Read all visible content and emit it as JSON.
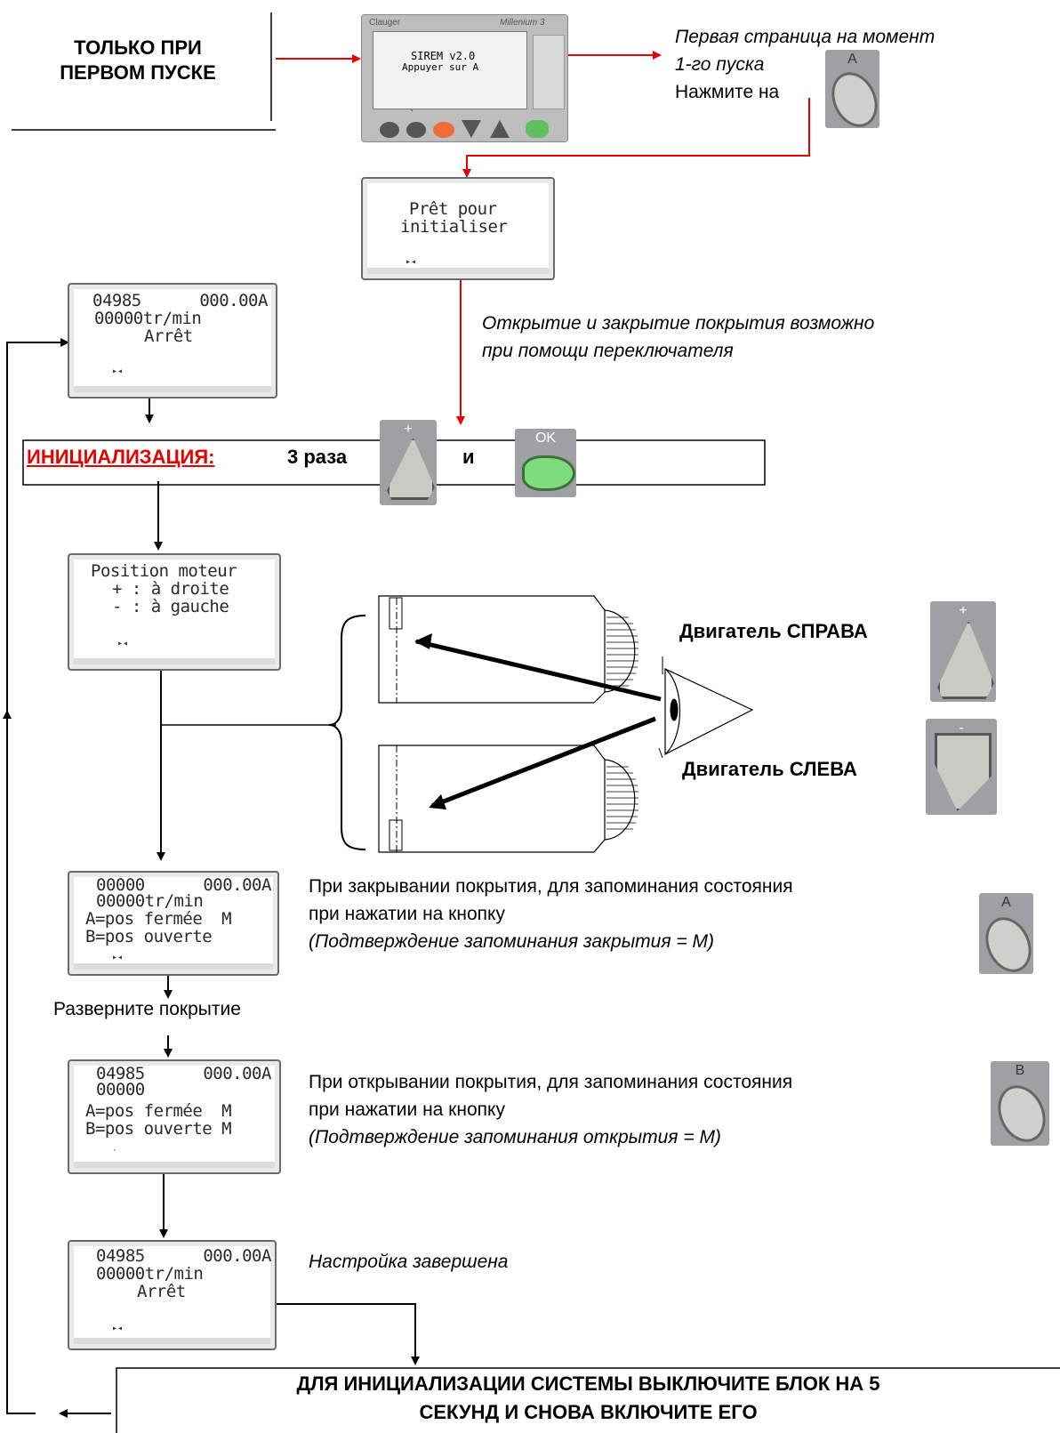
{
  "first_start": "ТОЛЬКО ПРИ ПЕРВОМ ПУСКЕ",
  "device": {
    "brand": "Clauger",
    "model": "Millenium 3",
    "screen_lines": [
      "SIREM v2.0",
      "Appuyer sur A"
    ],
    "keys": [
      "A",
      "B",
      "ESC",
      "-",
      "+",
      "OK"
    ]
  },
  "first_page_note": {
    "line1": "Первая страница на момент",
    "line2": "1-го пуска",
    "line3": "Нажмите на",
    "button": "A"
  },
  "ready_screen": [
    "Prêt pour",
    "initialiser"
  ],
  "cover_note": [
    "Открытие и закрытие покрытия возможно",
    "при помощи переключателя"
  ],
  "status_screen": [
    "04985      000.00A",
    "00000tr/min",
    "Arrêt"
  ],
  "init_bar": {
    "label": "ИНИЦИАЛИЗАЦИЯ:",
    "times": "3 раза",
    "plus_key": "+",
    "and": "и",
    "ok_key": "OK"
  },
  "position_screen": [
    "Position moteur",
    "+ : à droite",
    "- : à gauche"
  ],
  "motor": {
    "right_label": "Двигатель СПРАВА",
    "right_key": "+",
    "left_label": "Двигатель СЛЕВА",
    "left_key": "-"
  },
  "closed_screen": [
    "00000      000.00A",
    "00000tr/min",
    "A=pos fermée  M",
    "B=pos ouverte"
  ],
  "closed_note": [
    "При закрывании покрытия, для запоминания состояния",
    "при нажатии на кнопку",
    "(Подтверждение запоминания закрытия = M)"
  ],
  "closed_key": "A",
  "unfold": "Разверните покрытие",
  "open_screen": [
    "04985      000.00A",
    "00000",
    "A=pos fermée  M",
    "B=pos ouverte M"
  ],
  "open_note": [
    "При открывании покрытия, для запоминания состояния",
    "при нажатии на кнопку",
    "(Подтверждение запоминания открытия = M)"
  ],
  "open_key": "B",
  "final_screen": [
    "04985      000.00A",
    "00000tr/min",
    "Arrêt"
  ],
  "done": "Настройка завершена",
  "reset_box": [
    "ДЛЯ ИНИЦИАЛИЗАЦИИ СИСТЕМЫ ВЫКЛЮЧИТЕ БЛОК НА 5",
    "СЕКУНД И СНОВА ВКЛЮЧИТЕ ЕГО"
  ],
  "colors": {
    "arrow_red": "#e60000",
    "key_green": "#6fd36f",
    "key_esc": "#f06a3a",
    "label_red": "#e60000"
  }
}
